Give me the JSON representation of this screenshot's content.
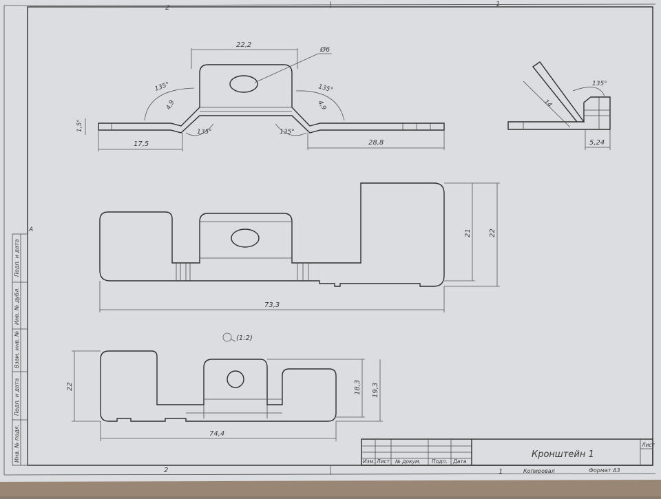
{
  "title_block": {
    "part_name": "Кронштейн 1",
    "sheet_label": "Лист",
    "headers": [
      "Изм.",
      "Лист",
      "№ докум.",
      "Подп.",
      "Дата"
    ],
    "copied_label": "Копировал",
    "format_label": "Формат А3",
    "bottom_sheet_number": "1"
  },
  "zone_marks": {
    "top_left": "2",
    "top_right": "1",
    "bottom_left": "2",
    "bottom_right": "1",
    "left_letter": "A"
  },
  "side_stamp": [
    "Инв. № подл.",
    "Подп. и дата",
    "Взам. инв. №",
    "Инв. № дубл.",
    "Подп. и дата"
  ],
  "view_label": "(1:2)",
  "dimensions": {
    "top_width": "22,2",
    "hole_diameter": "Ø6",
    "angle_135_1": "135°",
    "angle_135_2": "135°",
    "angle_135_3": "135°",
    "angle_135_4": "135°",
    "angle_135_5": "135°",
    "leg_4_9_left": "4,9",
    "leg_4_9_right": "4,9",
    "thickness": "1,5°",
    "left_flange": "17,5",
    "right_flange": "28,8",
    "side_length": "14",
    "side_base": "5,24",
    "flat_height_21": "21",
    "flat_height_22": "22",
    "flat_width": "73,3",
    "view2_height": "22",
    "view2_h18": "18,3",
    "view2_h19": "19,3",
    "view2_width": "74,4"
  }
}
